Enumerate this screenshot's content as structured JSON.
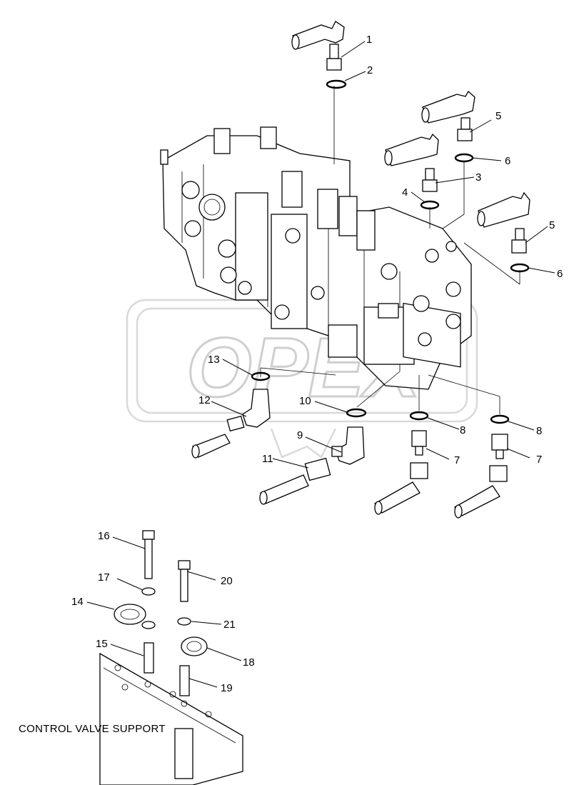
{
  "diagram": {
    "caption": "CONTROL VALVE SUPPORT",
    "watermark_text": "OPEX",
    "callouts": [
      {
        "id": "c1",
        "label": "1"
      },
      {
        "id": "c2",
        "label": "2"
      },
      {
        "id": "c3",
        "label": "3"
      },
      {
        "id": "c4",
        "label": "4"
      },
      {
        "id": "c5a",
        "label": "5"
      },
      {
        "id": "c6a",
        "label": "6"
      },
      {
        "id": "c5b",
        "label": "5"
      },
      {
        "id": "c6b",
        "label": "6"
      },
      {
        "id": "c7a",
        "label": "7"
      },
      {
        "id": "c8a",
        "label": "8"
      },
      {
        "id": "c7b",
        "label": "7"
      },
      {
        "id": "c8b",
        "label": "8"
      },
      {
        "id": "c9",
        "label": "9"
      },
      {
        "id": "c10",
        "label": "10"
      },
      {
        "id": "c11",
        "label": "11"
      },
      {
        "id": "c12",
        "label": "12"
      },
      {
        "id": "c13",
        "label": "13"
      },
      {
        "id": "c14",
        "label": "14"
      },
      {
        "id": "c15",
        "label": "15"
      },
      {
        "id": "c16",
        "label": "16"
      },
      {
        "id": "c17",
        "label": "17"
      },
      {
        "id": "c18",
        "label": "18"
      },
      {
        "id": "c19",
        "label": "19"
      },
      {
        "id": "c20",
        "label": "20"
      },
      {
        "id": "c21",
        "label": "21"
      }
    ]
  }
}
